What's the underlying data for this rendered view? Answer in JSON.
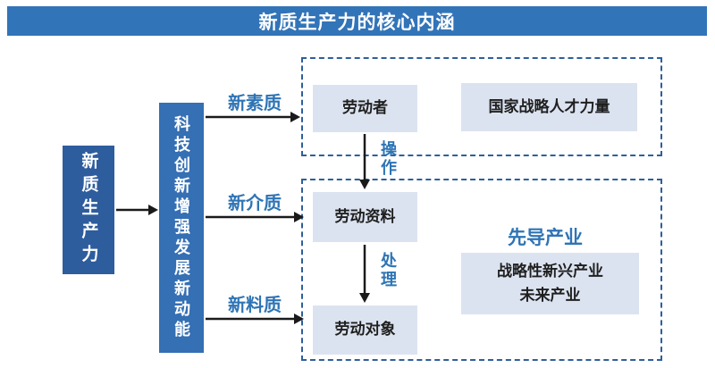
{
  "title": "新质生产力的核心内涵",
  "left_chain": {
    "source_box": "新质生产力",
    "driver_box": "科技创新增强发展新动能"
  },
  "branch_labels": {
    "quality": "新素质",
    "medium": "新介质",
    "material": "新料质"
  },
  "top_group": {
    "worker_box": "劳动者",
    "talent_box": "国家战略人才力量"
  },
  "flow": {
    "operate_label": "操作",
    "means_box": "劳动资料",
    "process_label": "处理",
    "object_box": "劳动对象"
  },
  "industry": {
    "title": "先导产业",
    "line1": "战略性新兴产业",
    "line2": "未来产业"
  },
  "colors": {
    "title_bar": "#3274b8",
    "source_box": "#2e5d9e",
    "driver_box": "#356fb4",
    "light_box_bg": "#dce3f0",
    "light_box_text": "#1f1f1f",
    "label_blue": "#2e74b5",
    "dashed_border": "#2e5f9b",
    "arrow": "#1a1a1a"
  }
}
